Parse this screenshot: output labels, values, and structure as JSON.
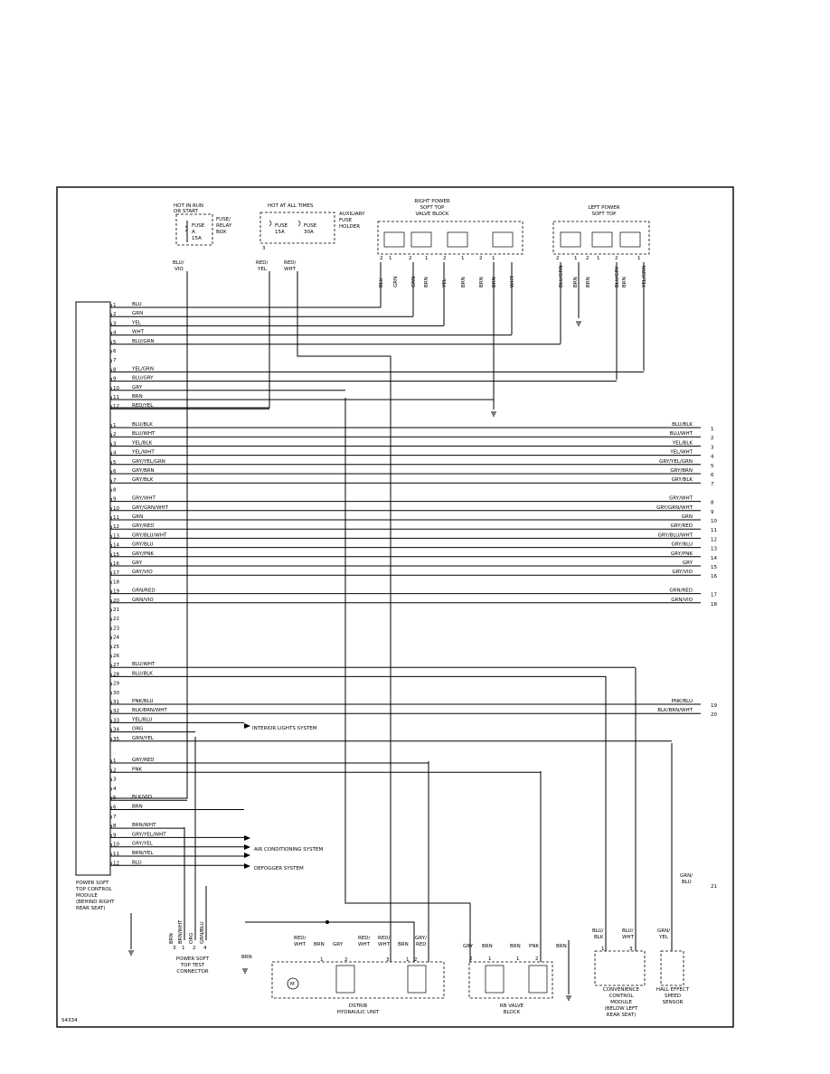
{
  "fig_number": "S4334",
  "module": {
    "label_lines": [
      "POWER SOFT",
      "TOP CONTROL",
      "MODULE",
      "(BEHIND RIGHT",
      "REAR SEAT)"
    ]
  },
  "top": {
    "hot_run_lines": [
      "HOT IN RUN",
      "OR START"
    ],
    "hot_always": "HOT AT ALL TIMES",
    "fuse_a_lines": [
      "FUSE",
      "A",
      "15A"
    ],
    "fuse_a_box_lines": [
      "FUSE/",
      "RELAY",
      "BOX"
    ],
    "fuse_15_lines": [
      "FUSE",
      "15A"
    ],
    "fuse_30_lines": [
      "FUSE",
      "30A"
    ],
    "aux_holder_lines": [
      "AUXILIARY",
      "FUSE",
      "HOLDER"
    ],
    "aux_pin": "3",
    "wire_blu_vio": [
      "BLU/",
      "VIO"
    ],
    "wire_red_yel": [
      "RED/",
      "YEL"
    ],
    "wire_red_wht": [
      "RED/",
      "WHT"
    ],
    "right_block_lines": [
      "RIGHT POWER",
      "SOFT TOP",
      "VALVE BLOCK"
    ],
    "left_block_lines": [
      "LEFT POWER",
      "SOFT TOP"
    ],
    "right_block_wires": [
      "BLU",
      "GRN",
      "GRN",
      "BRN",
      "YEL",
      "BRN",
      "BRN",
      "BRN",
      "WHT"
    ],
    "right_block_pins": [
      "2",
      "1",
      "2",
      "1",
      "2",
      "1",
      "2",
      "1"
    ],
    "left_block_wires": [
      "BLU/GRN",
      "BRN",
      "BRN",
      "BLU/GRY",
      "BRN",
      "YEL/GRN"
    ],
    "left_block_pins": [
      "2",
      "1",
      "2",
      "1",
      "2",
      "1"
    ]
  },
  "connector_a": [
    {
      "pin": "1",
      "wire": "BLU"
    },
    {
      "pin": "2",
      "wire": "GRN"
    },
    {
      "pin": "3",
      "wire": "YEL"
    },
    {
      "pin": "4",
      "wire": "WHT"
    },
    {
      "pin": "5",
      "wire": "BLU/GRN"
    },
    {
      "pin": "6",
      "wire": ""
    },
    {
      "pin": "7",
      "wire": ""
    },
    {
      "pin": "8",
      "wire": "YEL/GRN"
    },
    {
      "pin": "9",
      "wire": "BLU/GRY"
    },
    {
      "pin": "10",
      "wire": "GRY"
    },
    {
      "pin": "11",
      "wire": "BRN"
    },
    {
      "pin": "12",
      "wire": "RED/YEL"
    }
  ],
  "connector_b": [
    {
      "pin": "1",
      "wire": "BLU/BLK",
      "rwire": "BLU/BLK",
      "rpin": "1"
    },
    {
      "pin": "2",
      "wire": "BLU/WHT",
      "rwire": "BLU/WHT",
      "rpin": "2"
    },
    {
      "pin": "3",
      "wire": "YEL/BLK",
      "rwire": "YEL/BLK",
      "rpin": "3"
    },
    {
      "pin": "4",
      "wire": "YEL/WHT",
      "rwire": "YEL/WHT",
      "rpin": "4"
    },
    {
      "pin": "5",
      "wire": "GRY/YEL/GRN",
      "rwire": "GRY/YEL/GRN",
      "rpin": "5"
    },
    {
      "pin": "6",
      "wire": "GRY/BRN",
      "rwire": "GRY/BRN",
      "rpin": "6"
    },
    {
      "pin": "7",
      "wire": "GRY/BLK",
      "rwire": "GRY/BLK",
      "rpin": "7"
    },
    {
      "pin": "8",
      "wire": "",
      "rwire": "",
      "rpin": ""
    },
    {
      "pin": "9",
      "wire": "GRY/WHT",
      "rwire": "GRY/WHT",
      "rpin": "8"
    },
    {
      "pin": "10",
      "wire": "GRY/GRN/WHT",
      "rwire": "GRY/GRN/WHT",
      "rpin": "9"
    },
    {
      "pin": "11",
      "wire": "GRN",
      "rwire": "GRN",
      "rpin": "10"
    },
    {
      "pin": "12",
      "wire": "GRY/RED",
      "rwire": "GRY/RED",
      "rpin": "11"
    },
    {
      "pin": "13",
      "wire": "GRY/BLU/WHT",
      "rwire": "GRY/BLU/WHT",
      "rpin": "12"
    },
    {
      "pin": "14",
      "wire": "GRY/BLU",
      "rwire": "GRY/BLU",
      "rpin": "13"
    },
    {
      "pin": "15",
      "wire": "GRY/PNK",
      "rwire": "GRY/PNK",
      "rpin": "14"
    },
    {
      "pin": "16",
      "wire": "GRY",
      "rwire": "GRY",
      "rpin": "15"
    },
    {
      "pin": "17",
      "wire": "GRY/VIO",
      "rwire": "GRY/VIO",
      "rpin": "16"
    },
    {
      "pin": "18",
      "wire": "",
      "rwire": "",
      "rpin": ""
    },
    {
      "pin": "19",
      "wire": "GRN/RED",
      "rwire": "GRN/RED",
      "rpin": "17"
    },
    {
      "pin": "20",
      "wire": "GRN/VIO",
      "rwire": "GRN/VIO",
      "rpin": "18"
    },
    {
      "pin": "21",
      "wire": "",
      "rwire": "",
      "rpin": ""
    },
    {
      "pin": "22",
      "wire": "",
      "rwire": "",
      "rpin": ""
    },
    {
      "pin": "23",
      "wire": "",
      "rwire": "",
      "rpin": ""
    },
    {
      "pin": "24",
      "wire": "",
      "rwire": "",
      "rpin": ""
    },
    {
      "pin": "25",
      "wire": "",
      "rwire": "",
      "rpin": ""
    },
    {
      "pin": "26",
      "wire": "",
      "rwire": "",
      "rpin": ""
    },
    {
      "pin": "27",
      "wire": "BLU/WHT",
      "rwire": "",
      "rpin": ""
    },
    {
      "pin": "28",
      "wire": "BLU/BLK",
      "rwire": "",
      "rpin": ""
    },
    {
      "pin": "29",
      "wire": "",
      "rwire": "",
      "rpin": ""
    },
    {
      "pin": "30",
      "wire": "",
      "rwire": "",
      "rpin": ""
    },
    {
      "pin": "31",
      "wire": "PNK/BLU",
      "rwire": "PNK/BLU",
      "rpin": "19"
    },
    {
      "pin": "32",
      "wire": "BLK/BRN/WHT",
      "rwire": "BLK/BRN/WHT",
      "rpin": "20"
    },
    {
      "pin": "33",
      "wire": "YEL/BLU",
      "rwire": "",
      "rpin": ""
    },
    {
      "pin": "34",
      "wire": "ORG",
      "rwire": "",
      "rpin": ""
    },
    {
      "pin": "35",
      "wire": "GRN/YEL",
      "rwire": "",
      "rpin": ""
    }
  ],
  "connector_c": [
    {
      "pin": "1",
      "wire": "GRY/RED"
    },
    {
      "pin": "2",
      "wire": "PNK"
    },
    {
      "pin": "3",
      "wire": ""
    },
    {
      "pin": "4",
      "wire": ""
    },
    {
      "pin": "5",
      "wire": "BLK/VIO"
    },
    {
      "pin": "6",
      "wire": "BRN"
    },
    {
      "pin": "7",
      "wire": ""
    },
    {
      "pin": "8",
      "wire": "BRN/WHT"
    },
    {
      "pin": "9",
      "wire": "GRY/YEL/WHT"
    },
    {
      "pin": "10",
      "wire": "GRY/YEL"
    },
    {
      "pin": "11",
      "wire": "BRN/YEL"
    },
    {
      "pin": "12",
      "wire": "BLU"
    }
  ],
  "systems": {
    "interior": "INTERIOR LIGHTS SYSTEM",
    "ac": "AIR CONDITIONING SYSTEM",
    "defogger": "DEFOGGER SYSTEM"
  },
  "grn_blu": {
    "wire": [
      "GRN/",
      "BLU"
    ],
    "pin": "21"
  },
  "bottom": {
    "test_conn_lines": [
      "POWER SOFT",
      "TOP TEST",
      "CONNECTOR"
    ],
    "test_conn_wires": [
      "BRN",
      "BRN/WHT",
      "ORG",
      "GRN/BLU"
    ],
    "test_conn_pins": [
      "3",
      "1",
      "2",
      "4"
    ],
    "hydraulic_lines": [
      "DSTRIB",
      "HYDRAULIC UNIT"
    ],
    "hydraulic_wires": [
      "RED/",
      "WHT",
      "BRN",
      "GRY",
      "RED/",
      "WHT",
      "RED/",
      "WHT",
      "BRN",
      "GRY/",
      "RED"
    ],
    "hydraulic_pins": [
      "1",
      "2",
      "3",
      "1",
      "2"
    ],
    "left_brn": "BRN",
    "motor": "M",
    "rb_valve_lines": [
      "RB VALVE",
      "BLOCK"
    ],
    "rb_wires": [
      "GRY",
      "BRN",
      "BRN",
      "PNK",
      "BRN"
    ],
    "rb_pins": [
      "2",
      "1",
      "1",
      "2"
    ],
    "conv_lines": [
      "CONVENIENCE",
      "CONTROL",
      "MODULE",
      "(BELOW LEFT",
      "REAR SEAT)"
    ],
    "conv_wires": [
      "BLU/",
      "BLK",
      "BLU/",
      "WHT"
    ],
    "conv_pins": [
      "1",
      "3"
    ],
    "hall_lines": [
      "HALL EFFECT",
      "SPEED",
      "SENSOR"
    ],
    "hall_wires": [
      "GRN/",
      "YEL"
    ]
  }
}
